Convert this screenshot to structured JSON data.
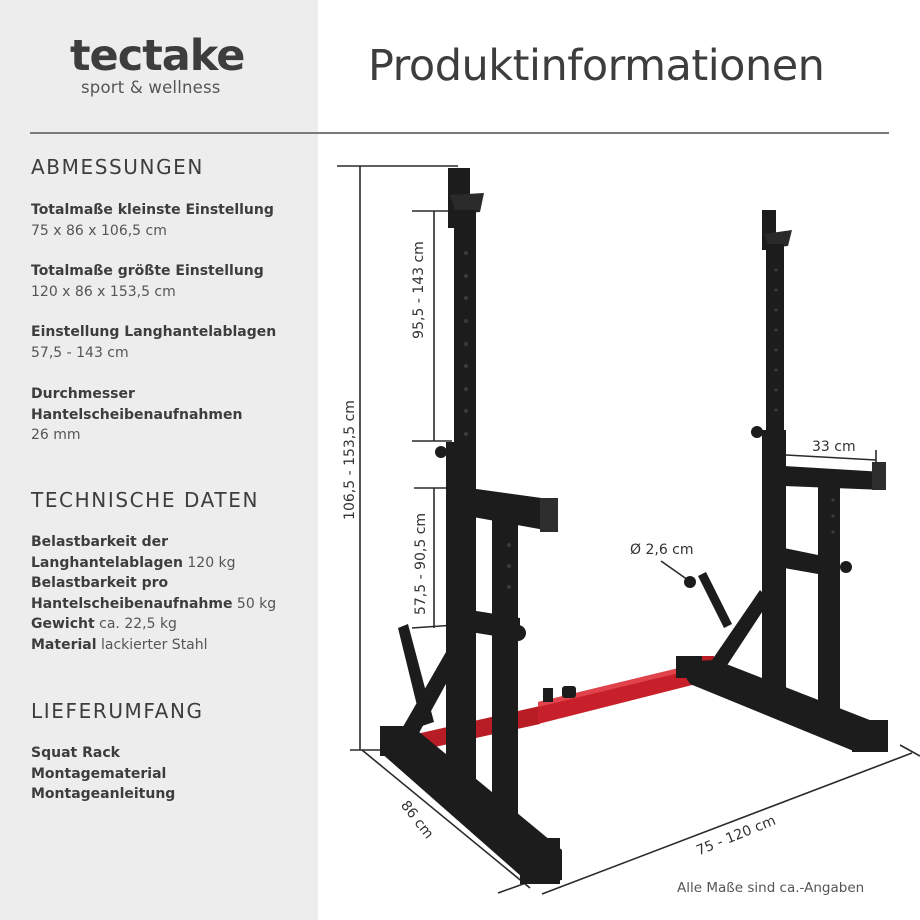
{
  "brand": {
    "name": "tectake",
    "tagline": "sport & wellness"
  },
  "header": {
    "title": "Produktinformationen"
  },
  "sections": {
    "dimensions": {
      "title": "ABMESSUNGEN",
      "items": [
        {
          "label": "Totalmaße kleinste Einstellung",
          "value": "75 x 86 x 106,5 cm"
        },
        {
          "label": "Totalmaße größte Einstellung",
          "value": "120 x 86 x 153,5 cm"
        },
        {
          "label": "Einstellung Langhantelablagen",
          "value": "57,5 - 143 cm"
        },
        {
          "label_line1": "Durchmesser",
          "label_line2": "Hantelscheibenaufnahmen",
          "value": "26 mm"
        }
      ]
    },
    "technical": {
      "title": "TECHNISCHE DATEN",
      "items": [
        {
          "label_line1": "Belastbarkeit der",
          "label_line2": "Langhantelablagen",
          "value": "120 kg"
        },
        {
          "label_line1": "Belastbarkeit pro",
          "label_line2": "Hantelscheibenaufnahme",
          "value": "50 kg"
        },
        {
          "label": "Gewicht",
          "value": "ca. 22,5 kg"
        },
        {
          "label": "Material",
          "value": "lackierter Stahl"
        }
      ]
    },
    "delivery": {
      "title": "LIEFERUMFANG",
      "items": [
        "Squat Rack",
        "Montagematerial",
        "Montageanleitung"
      ]
    }
  },
  "diagram": {
    "dimensions": {
      "total_height": "106,5 - 153,5 cm",
      "upper_adjust": "95,5 - 143 cm",
      "lower_adjust": "57,5 - 90,5 cm",
      "rest_depth": "33 cm",
      "plate_holder_diameter": "Ø 2,6 cm",
      "depth": "86 cm",
      "width": "75 - 120 cm"
    },
    "footnote": "Alle Maße sind ca.-Angaben",
    "colors": {
      "frame": "#1c1c1c",
      "crossbar": "#c8202a",
      "dimension_line": "#2a2a2a"
    }
  },
  "colors": {
    "sidebar_bg": "#ededed",
    "text_primary": "#3d3d3d",
    "divider": "#7a7a7a"
  }
}
